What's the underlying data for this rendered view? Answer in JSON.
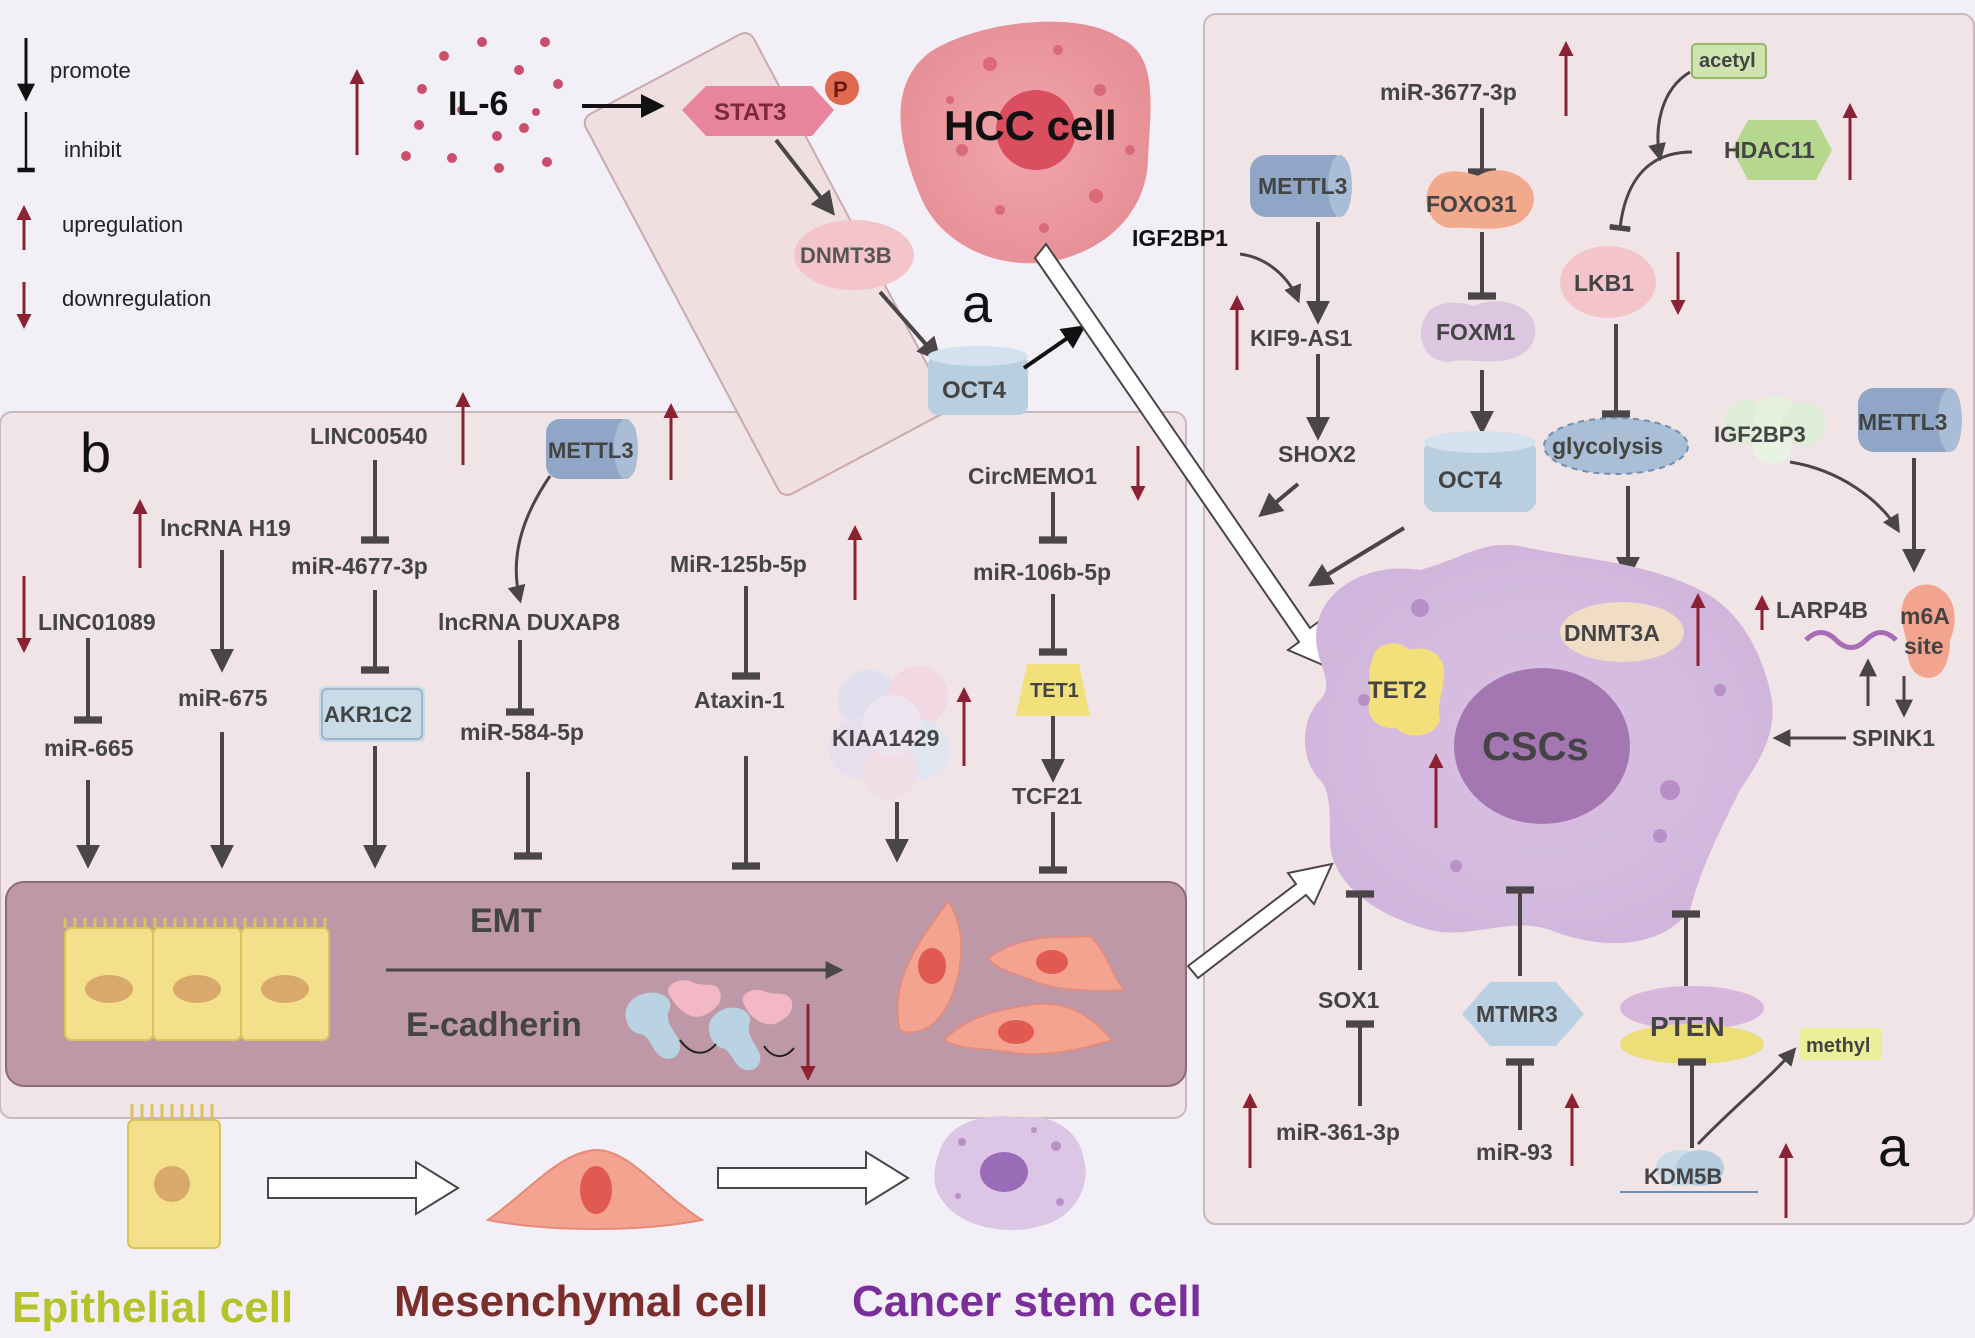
{
  "legend": {
    "promote": "promote",
    "inhibit": "inhibit",
    "upregulation": "upregulation",
    "downregulation": "downregulation"
  },
  "top": {
    "il6": "IL-6",
    "stat3": "STAT3",
    "p": "P",
    "dnmt3b": "DNMT3B",
    "oct4": "OCT4",
    "panel_a": "a",
    "hcc_cell": "HCC cell"
  },
  "panel_b": {
    "label": "b",
    "linc00540": "LINC00540",
    "mettl3": "METTL3",
    "lncrna_h19": "lncRNA H19",
    "mir_4677": "miR-4677-3p",
    "circmemo1": "CircMEMO1",
    "linc01089": "LINC01089",
    "lncrna_duxap8": "lncRNA DUXAP8",
    "mir_125b": "MiR-125b-5p",
    "mir_106b": "miR-106b-5p",
    "mir_665": "miR-665",
    "mir_675": "miR-675",
    "akr1c2": "AKR1C2",
    "mir_584": "miR-584-5p",
    "ataxin1": "Ataxin-1",
    "kiaa1429": "KIAA1429",
    "tet1": "TET1",
    "tcf21": "TCF21",
    "emt": "EMT",
    "ecadherin": "E-cadherin"
  },
  "panel_a": {
    "label": "a",
    "mir_3677": "miR-3677-3p",
    "acetyl": "acetyl",
    "mettl3": "METTL3",
    "foxo31": "FOXO31",
    "hdac11": "HDAC11",
    "igf2bp1": "IGF2BP1",
    "kif9": "KIF9-AS1",
    "lkb1": "LKB1",
    "foxm1": "FOXM1",
    "shox2": "SHOX2",
    "oct4": "OCT4",
    "glycolysis": "glycolysis",
    "igf2bp3": "IGF2BP3",
    "mettl3_b": "METTL3",
    "dnmt3a": "DNMT3A",
    "larp4b": "LARP4B",
    "m6a": "m6A",
    "site": "site",
    "tet2": "TET2",
    "cscs": "CSCs",
    "spink1": "SPINK1",
    "sox1": "SOX1",
    "mtmr3": "MTMR3",
    "pten": "PTEN",
    "methyl": "methyl",
    "mir_361": "miR-361-3p",
    "mir_93": "miR-93",
    "kdm5b": "KDM5B"
  },
  "bottom": {
    "epithelial": "Epithelial cell",
    "mesenchymal": "Mesenchymal cell",
    "csc": "Cancer stem cell"
  },
  "colors": {
    "background": "#f3eff6",
    "panel": "#f1e4e6",
    "emt_band": "#bf98a7",
    "up_arrow": "#8b2231",
    "arrow": "#4a4546",
    "epithelial": "#b5c22a",
    "mesenchymal": "#7a2e2c",
    "csc": "#7a2e9a"
  }
}
